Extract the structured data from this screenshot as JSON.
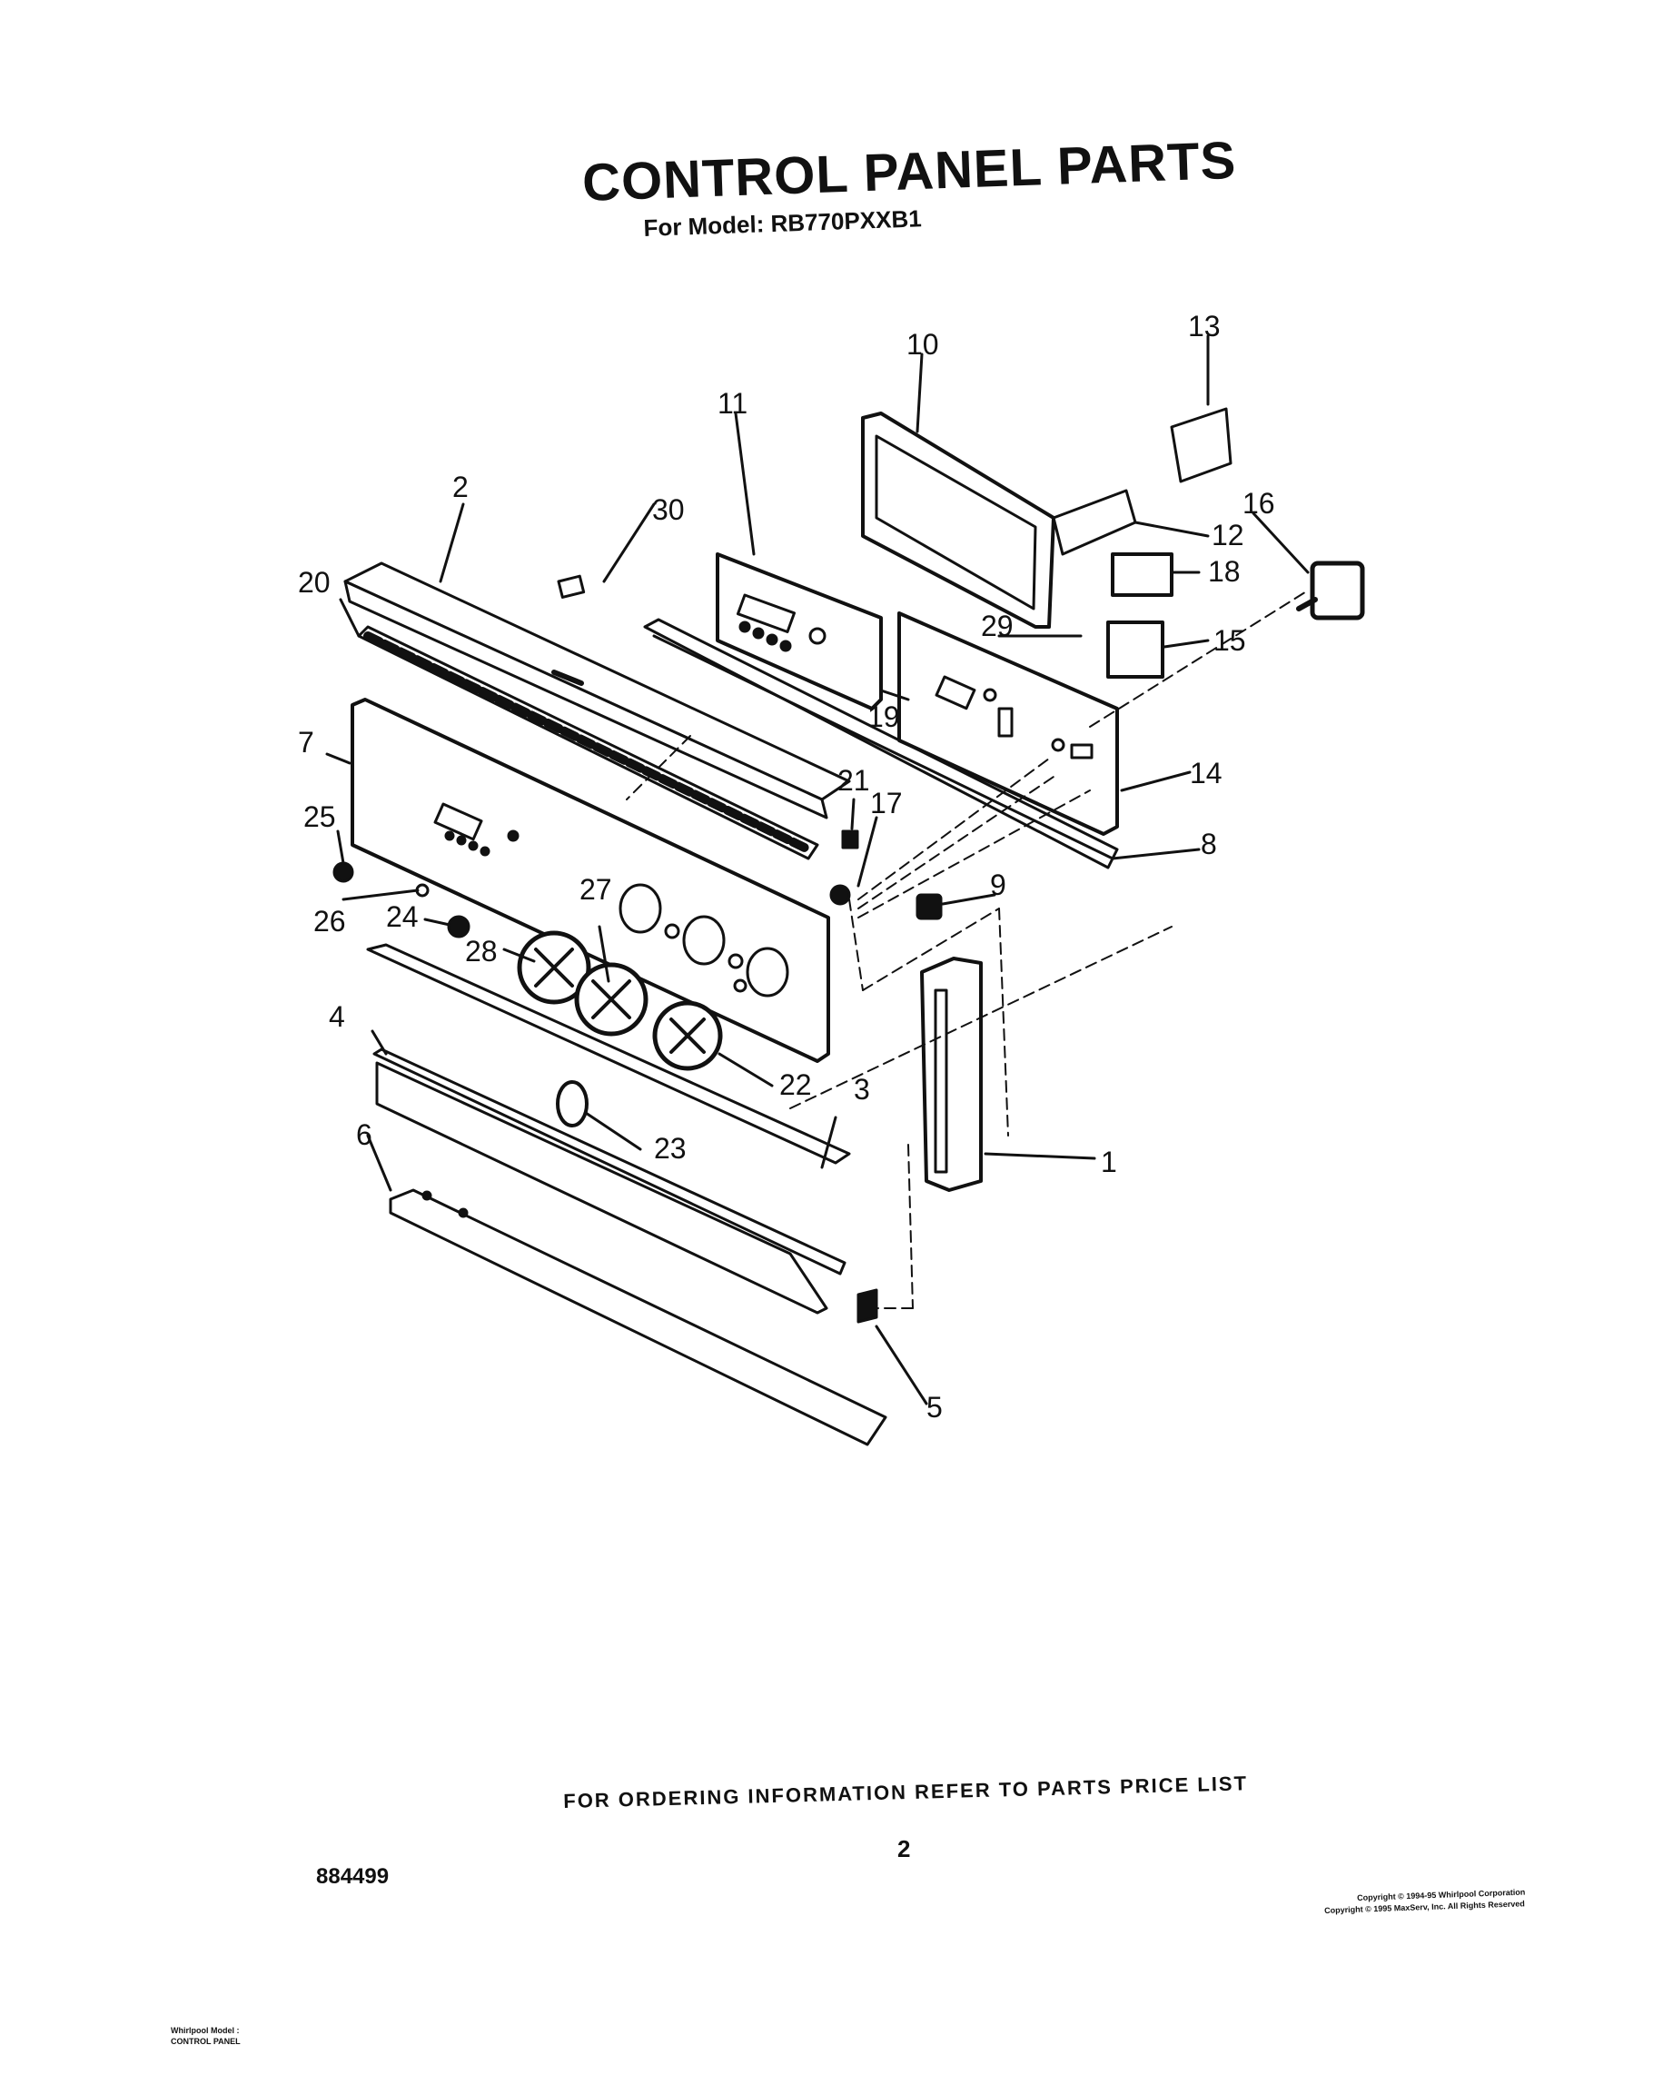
{
  "header": {
    "title": "CONTROL PANEL PARTS",
    "subtitle": "For Model: RB770PXXB1"
  },
  "footer": {
    "ordering_note": "FOR ORDERING INFORMATION REFER TO PARTS PRICE LIST",
    "page_number": "2",
    "document_number": "884499",
    "copyright_line_1": "Copyright © 1994-95 Whirlpool Corporation",
    "copyright_line_2": "Copyright © 1995 MaxServ, Inc. All Rights Reserved",
    "model_tag_line_1": "Whirlpool Model :",
    "model_tag_line_2": "CONTROL PANEL"
  },
  "callouts": [
    "1",
    "2",
    "3",
    "4",
    "5",
    "6",
    "7",
    "8",
    "9",
    "10",
    "11",
    "12",
    "13",
    "14",
    "15",
    "16",
    "17",
    "18",
    "19",
    "20",
    "21",
    "22",
    "23",
    "24",
    "25",
    "26",
    "27",
    "28",
    "29",
    "30"
  ]
}
